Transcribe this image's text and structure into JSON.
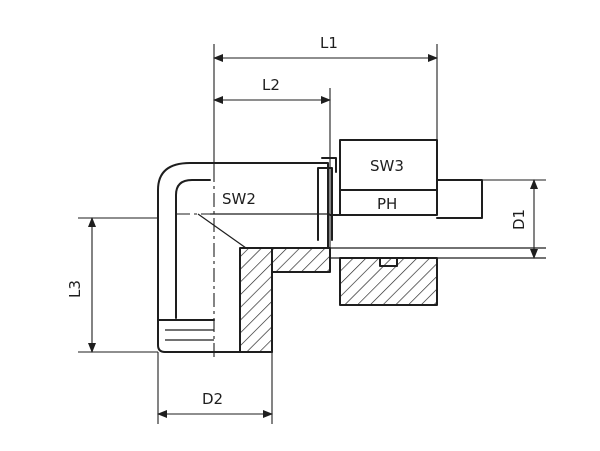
{
  "labels": {
    "L1": "L1",
    "L2": "L2",
    "L3": "L3",
    "D1": "D1",
    "D2": "D2",
    "SW2": "SW2",
    "SW3": "SW3",
    "PH": "PH"
  }
}
